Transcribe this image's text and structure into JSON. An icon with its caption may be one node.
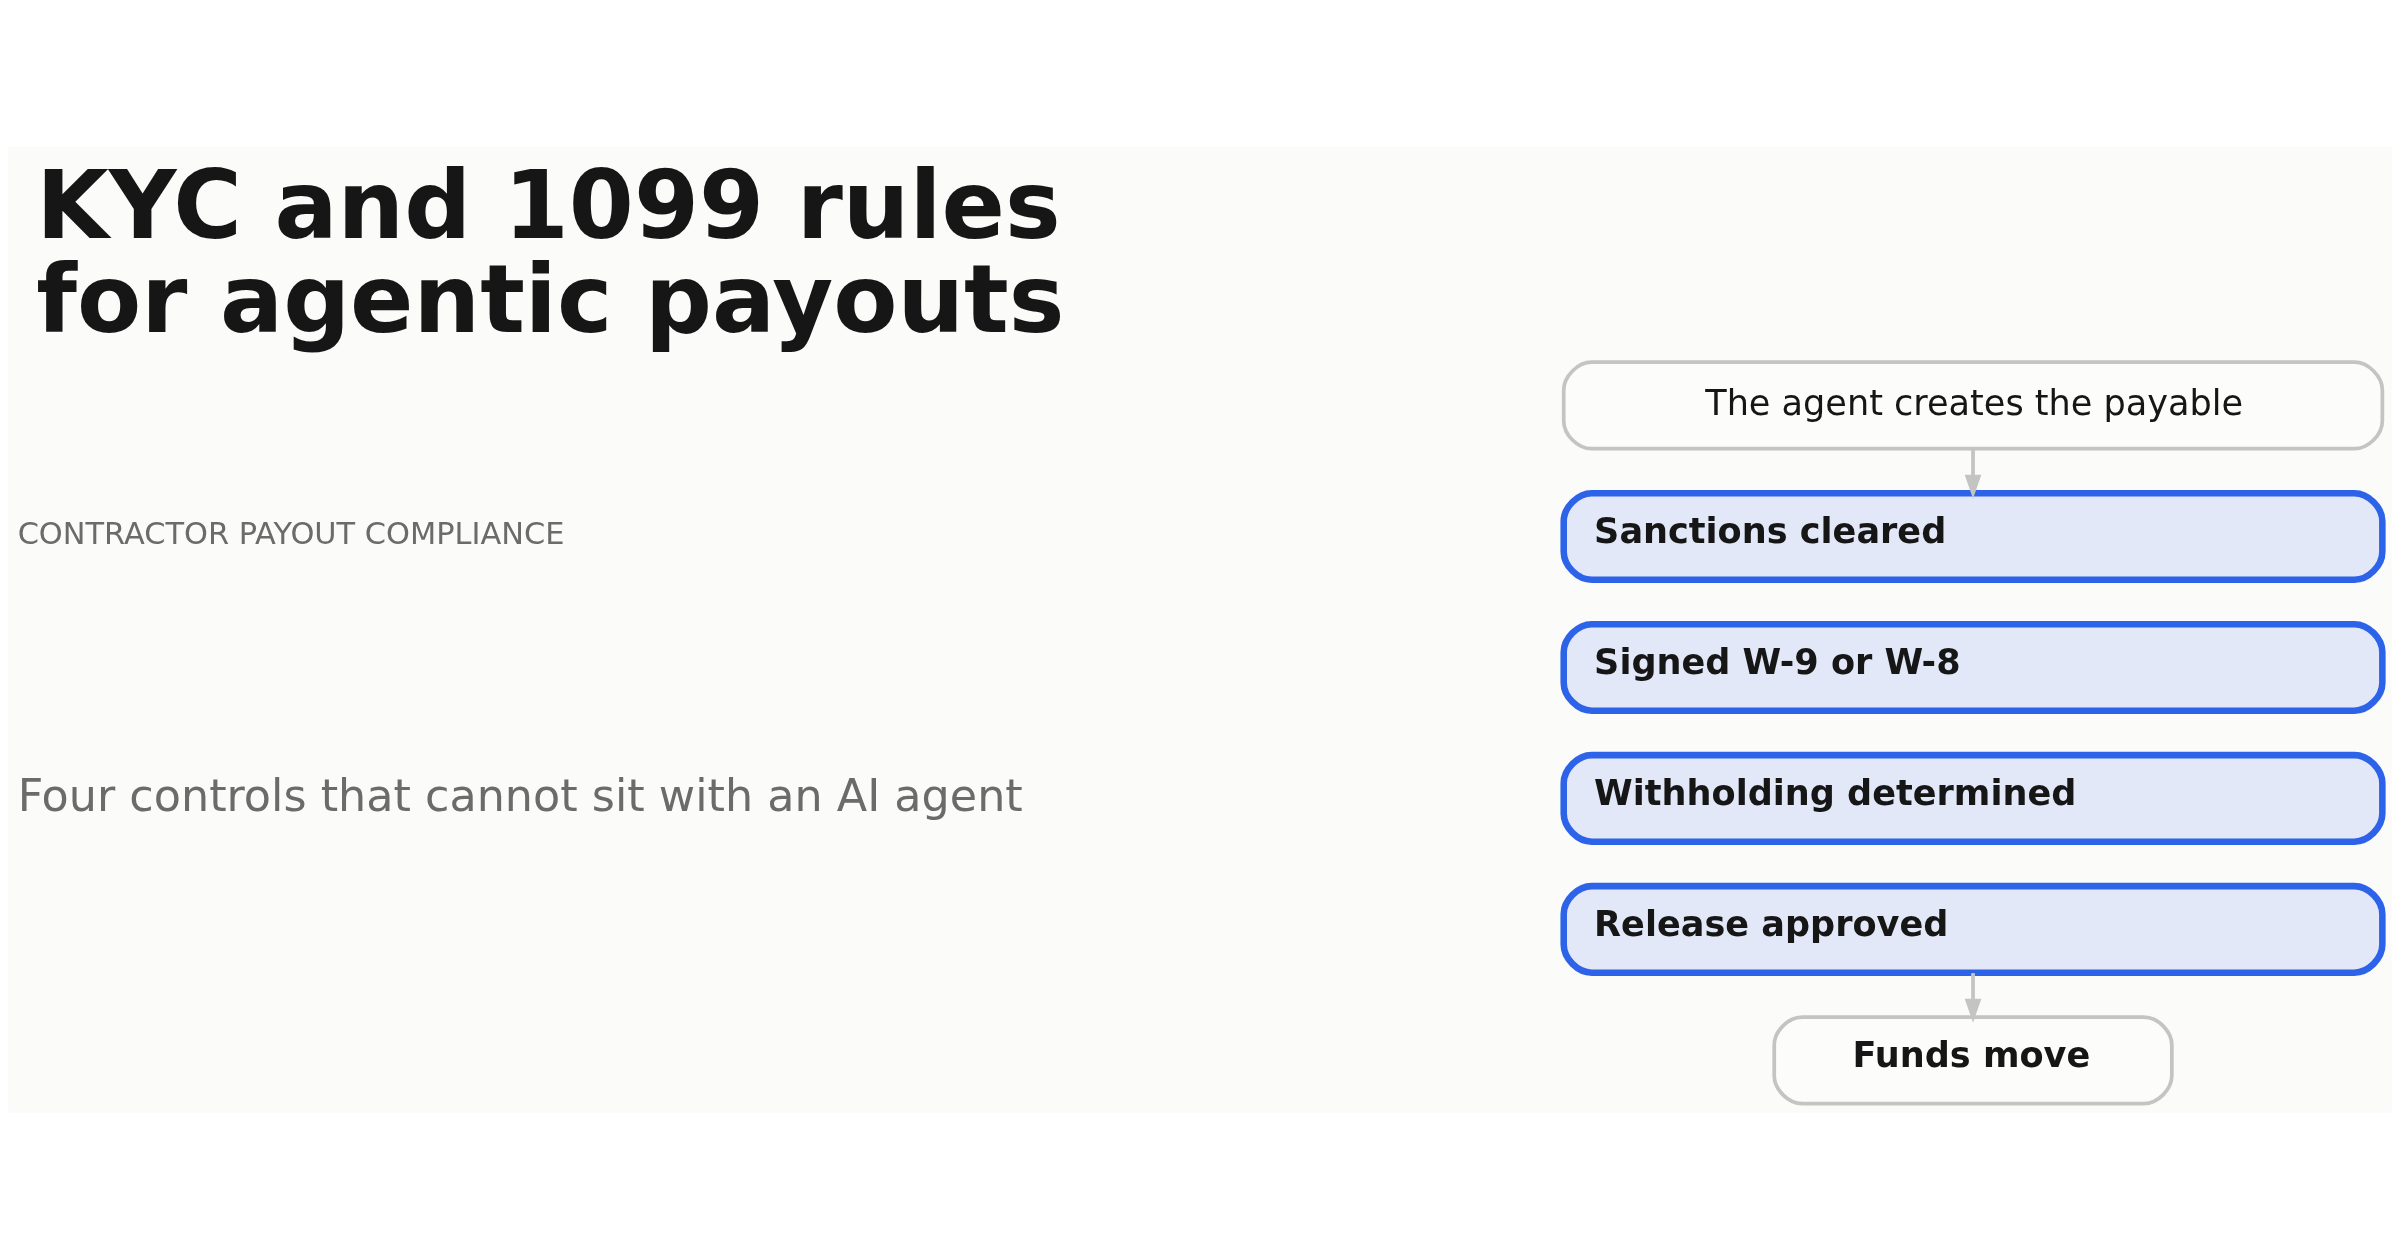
{
  "diagram": {
    "title": "KYC and 1099 rules for agentic payouts",
    "nodes": [
      {
        "text": [
          "The agent creates the payable"
        ]
      },
      {
        "text": [
          "Sanctions cleared"
        ]
      },
      {
        "text": [
          "Signed W-9 or W-8"
        ]
      },
      {
        "text": [
          "Withholding determined"
        ]
      },
      {
        "text": [
          "Release approved"
        ]
      },
      {
        "text": [
          "Funds move"
        ]
      }
    ],
    "edges": [
      {
        "from": 0,
        "to": 1,
        "arrow": "to"
      },
      {
        "from": 4,
        "to": 5,
        "arrow": "to"
      }
    ],
    "labels": [
      "CONTRACTOR PAYOUT COMPLIANCE",
      "Four controls that cannot sit with an AI agent"
    ]
  }
}
